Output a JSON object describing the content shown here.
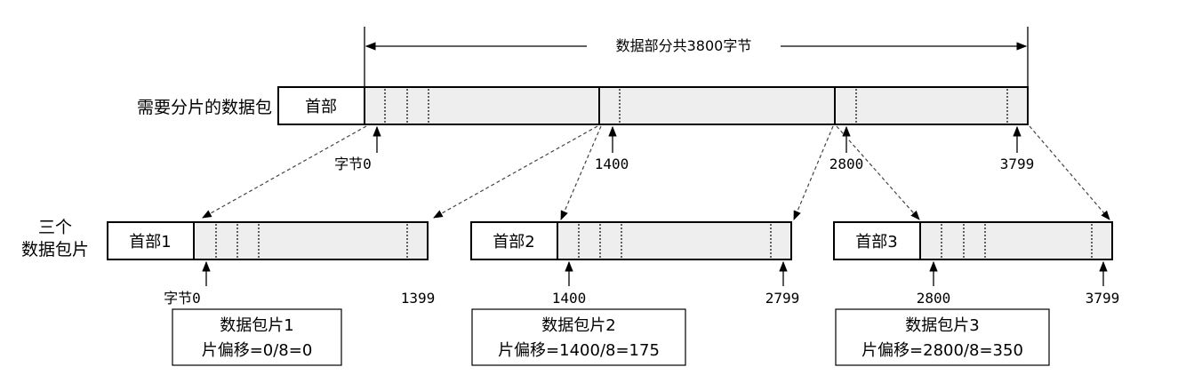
{
  "title": "数据部分共3800字节",
  "original": {
    "label": "需要分片的数据包",
    "header": "首部",
    "byte_labels": [
      "字节0",
      "1400",
      "2800",
      "3799"
    ]
  },
  "fragments_label": [
    "三个",
    "数据包片"
  ],
  "fragments": [
    {
      "header": "首部1",
      "start_label": "字节0",
      "end_label": "1399",
      "name": "数据包片1",
      "offset": "片偏移=0/8=0"
    },
    {
      "header": "首部2",
      "start_label": "1400",
      "end_label": "2799",
      "name": "数据包片2",
      "offset": "片偏移=1400/8=175"
    },
    {
      "header": "首部3",
      "start_label": "2800",
      "end_label": "3799",
      "name": "数据包片3",
      "offset": "片偏移=2800/8=350"
    }
  ]
}
